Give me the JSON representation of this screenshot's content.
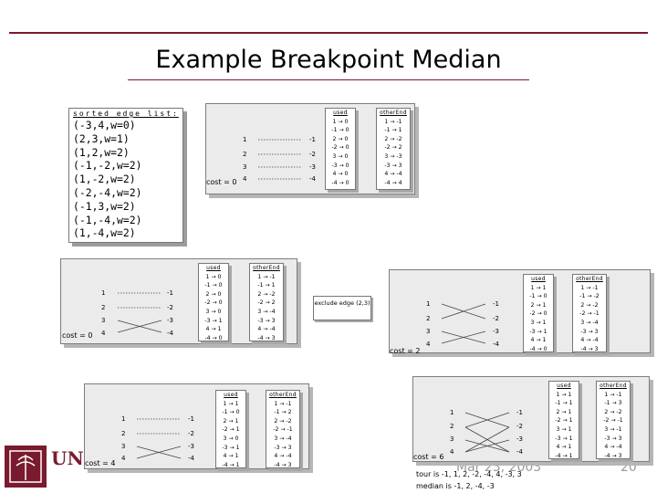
{
  "title": "Example Breakpoint Median",
  "sorted_edges": {
    "header": "sorted edge list:",
    "items": [
      "(-3,4,w=0)",
      "(2,3,w=1)",
      "(1,2,w=2)",
      "(-1,-2,w=2)",
      "(1,-2,w=2)",
      "(-2,-4,w=2)",
      "(-1,3,w=2)",
      "(-1,-4,w=2)",
      "(1,-4,w=2)"
    ]
  },
  "panels": [
    {
      "cost": "cost = 0",
      "left_col": [
        "1",
        "2",
        "3",
        "4"
      ],
      "right_col": [
        "-1",
        "-2",
        "-3",
        "-4"
      ],
      "used": {
        "header": "used",
        "rows": [
          "1 → 0",
          "-1 → 0",
          "2 → 0",
          "-2 → 0",
          "3 → 0",
          "-3 → 0",
          "4 → 0",
          "-4 → 0"
        ]
      },
      "other": {
        "header": "otherEnd",
        "rows": [
          "1 → -1",
          "-1 → 1",
          "2 → -2",
          "-2 → 2",
          "3 → -3",
          "-3 → 3",
          "4 → -4",
          "-4 → 4"
        ]
      }
    },
    {
      "cost": "cost = 0",
      "left_col": [
        "1",
        "2",
        "3",
        "4"
      ],
      "right_col": [
        "-1",
        "-2",
        "-3",
        "-4"
      ],
      "used": {
        "header": "used",
        "rows": [
          "1 → 0",
          "-1 → 0",
          "2 → 0",
          "-2 → 0",
          "3 → 0",
          "-3 → 1",
          "4 → 1",
          "-4 → 0"
        ]
      },
      "other": {
        "header": "otherEnd",
        "rows": [
          "1 → -1",
          "-1 → 1",
          "2 → -2",
          "-2 → 2",
          "3 → -4",
          "-3 → 3",
          "4 → -4",
          "-4 → 3"
        ]
      }
    },
    {
      "cost": "cost = 2",
      "left_col": [
        "1",
        "2",
        "3",
        "4"
      ],
      "right_col": [
        "-1",
        "-2",
        "-3",
        "-4"
      ],
      "used": {
        "header": "used",
        "rows": [
          "1 → 1",
          "-1 → 0",
          "2 → 1",
          "-2 → 0",
          "3 → 1",
          "-3 → 1",
          "4 → 1",
          "-4 → 0"
        ]
      },
      "other": {
        "header": "otherEnd",
        "rows": [
          "1 → -1",
          "-1 → -2",
          "2 → -2",
          "-2 → -1",
          "3 → -4",
          "-3 → 3",
          "4 → -4",
          "-4 → 3"
        ]
      }
    },
    {
      "cost": "cost = 4",
      "left_col": [
        "1",
        "2",
        "3",
        "4"
      ],
      "right_col": [
        "-1",
        "-2",
        "-3",
        "-4"
      ],
      "used": {
        "header": "used",
        "rows": [
          "1 → 1",
          "-1 → 0",
          "2 → 1",
          "-2 → 1",
          "3 → 0",
          "-3 → 1",
          "4 → 1",
          "-4 → 1"
        ]
      },
      "other": {
        "header": "otherEnd",
        "rows": [
          "1 → -1",
          "-1 → 2",
          "2 → -2",
          "-2 → -1",
          "3 → -4",
          "-3 → 3",
          "4 → -4",
          "-4 → 3"
        ]
      }
    },
    {
      "cost": "cost = 6",
      "left_col": [
        "1",
        "2",
        "3",
        "4"
      ],
      "right_col": [
        "-1",
        "-2",
        "-3",
        "-4"
      ],
      "used": {
        "header": "used",
        "rows": [
          "1 → 1",
          "-1 → 1",
          "2 → 1",
          "-2 → 1",
          "3 → 1",
          "-3 → 1",
          "4 → 1",
          "-4 → 1"
        ]
      },
      "other": {
        "header": "otherEnd",
        "rows": [
          "1 → -1",
          "-1 → 3",
          "2 → -2",
          "-2 → -1",
          "3 → -1",
          "-3 → 3",
          "4 → -4",
          "-4 → 3"
        ]
      }
    }
  ],
  "exclude_label": "exclude edge (2,3)",
  "footer": {
    "logo_text": "UN SOU",
    "date": "Mar 23, 2003",
    "page": "20"
  },
  "tour_text": "tour is -1, 1, 2, -2, -4, 4, -3, 3",
  "median_text": "median is -1, 2, -4, -3",
  "colors": {
    "accent": "#7a1a2e",
    "panel_bg": "#ebebeb"
  }
}
